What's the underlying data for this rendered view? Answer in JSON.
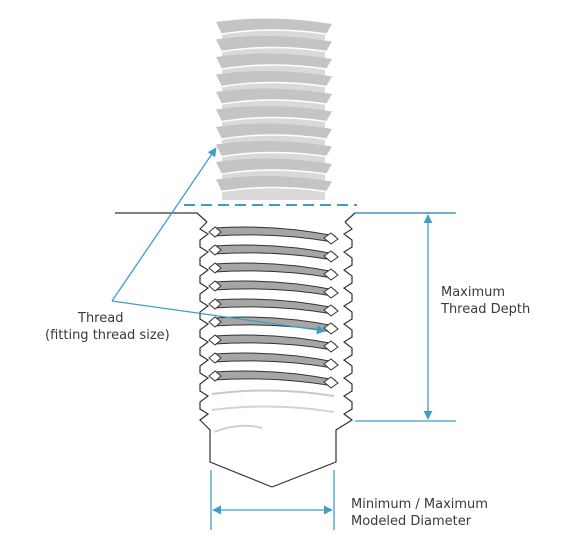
{
  "labels": {
    "thread": {
      "line1": "Thread",
      "line2": "(fitting thread size)"
    },
    "max_depth": {
      "line1": "Maximum",
      "line2": "Thread Depth"
    },
    "diameter": {
      "line1": "Minimum / Maximum",
      "line2": "Modeled Diameter"
    }
  },
  "colors": {
    "accent": "#3f9dc8",
    "outline": "#333333",
    "bolt": "#d9d9d9",
    "bolt_shadow": "#c4c4c4",
    "hole_thread_fill": "#a6a6a6",
    "text": "#3a3a3a"
  }
}
